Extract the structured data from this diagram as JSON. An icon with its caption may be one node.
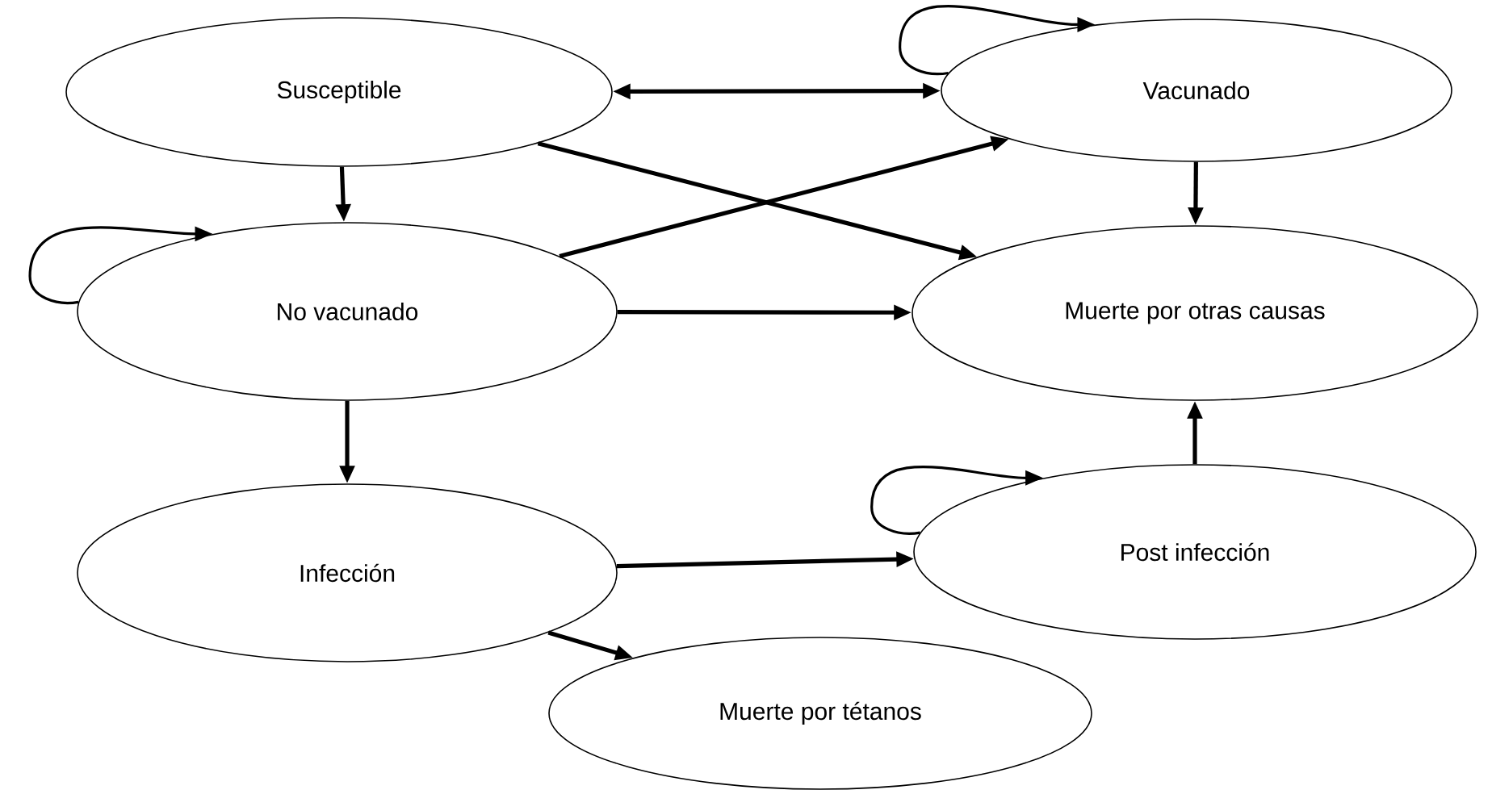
{
  "diagram": {
    "nodes": [
      {
        "text": [
          "Susceptible"
        ]
      },
      {
        "text": [
          "Vacunado"
        ]
      },
      {
        "text": [
          "No vacunado"
        ]
      },
      {
        "text": [
          "Muerte por otras causas"
        ]
      },
      {
        "text": [
          "Infección"
        ]
      },
      {
        "text": [
          "Post infección"
        ]
      },
      {
        "text": [
          "Muerte por tétanos"
        ]
      }
    ],
    "edges": [
      {
        "from": 1,
        "to": 1,
        "arrow": "to"
      },
      {
        "from": 0,
        "to": 1,
        "arrow": "both"
      },
      {
        "from": 0,
        "to": 2,
        "arrow": "to"
      },
      {
        "from": 0,
        "to": 3,
        "arrow": "to"
      },
      {
        "from": 2,
        "to": 2,
        "arrow": "to"
      },
      {
        "from": 2,
        "to": 1,
        "arrow": "to"
      },
      {
        "from": 1,
        "to": 3,
        "arrow": "to"
      },
      {
        "from": 2,
        "to": 3,
        "arrow": "to"
      },
      {
        "from": 2,
        "to": 4,
        "arrow": "to"
      },
      {
        "from": 5,
        "to": 5,
        "arrow": "to"
      },
      {
        "from": 5,
        "to": 3,
        "arrow": "to"
      },
      {
        "from": 4,
        "to": 5,
        "arrow": "to"
      },
      {
        "from": 4,
        "to": 6,
        "arrow": "to"
      }
    ]
  }
}
